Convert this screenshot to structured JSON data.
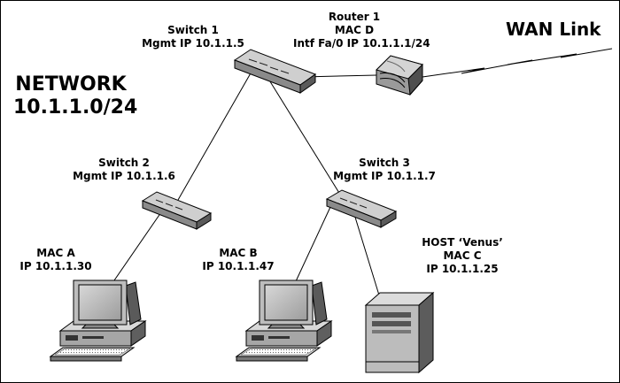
{
  "network": {
    "title": "NETWORK",
    "subnet": "10.1.1.0/24"
  },
  "wan_label": "WAN Link",
  "router1": {
    "name": "Router 1",
    "mac": "MAC D",
    "intf": "Intf Fa/0 IP 10.1.1.1/24"
  },
  "switch1": {
    "name": "Switch 1",
    "mgmt": "Mgmt IP 10.1.1.5"
  },
  "switch2": {
    "name": "Switch 2",
    "mgmt": "Mgmt IP 10.1.1.6"
  },
  "switch3": {
    "name": "Switch 3",
    "mgmt": "Mgmt IP 10.1.1.7"
  },
  "pc_a": {
    "mac": "MAC A",
    "ip": "IP 10.1.1.30"
  },
  "pc_b": {
    "mac": "MAC B",
    "ip": "IP 10.1.1.47"
  },
  "host_venus": {
    "name": "HOST ‘Venus’",
    "mac": "MAC C",
    "ip": "IP 10.1.1.25"
  }
}
